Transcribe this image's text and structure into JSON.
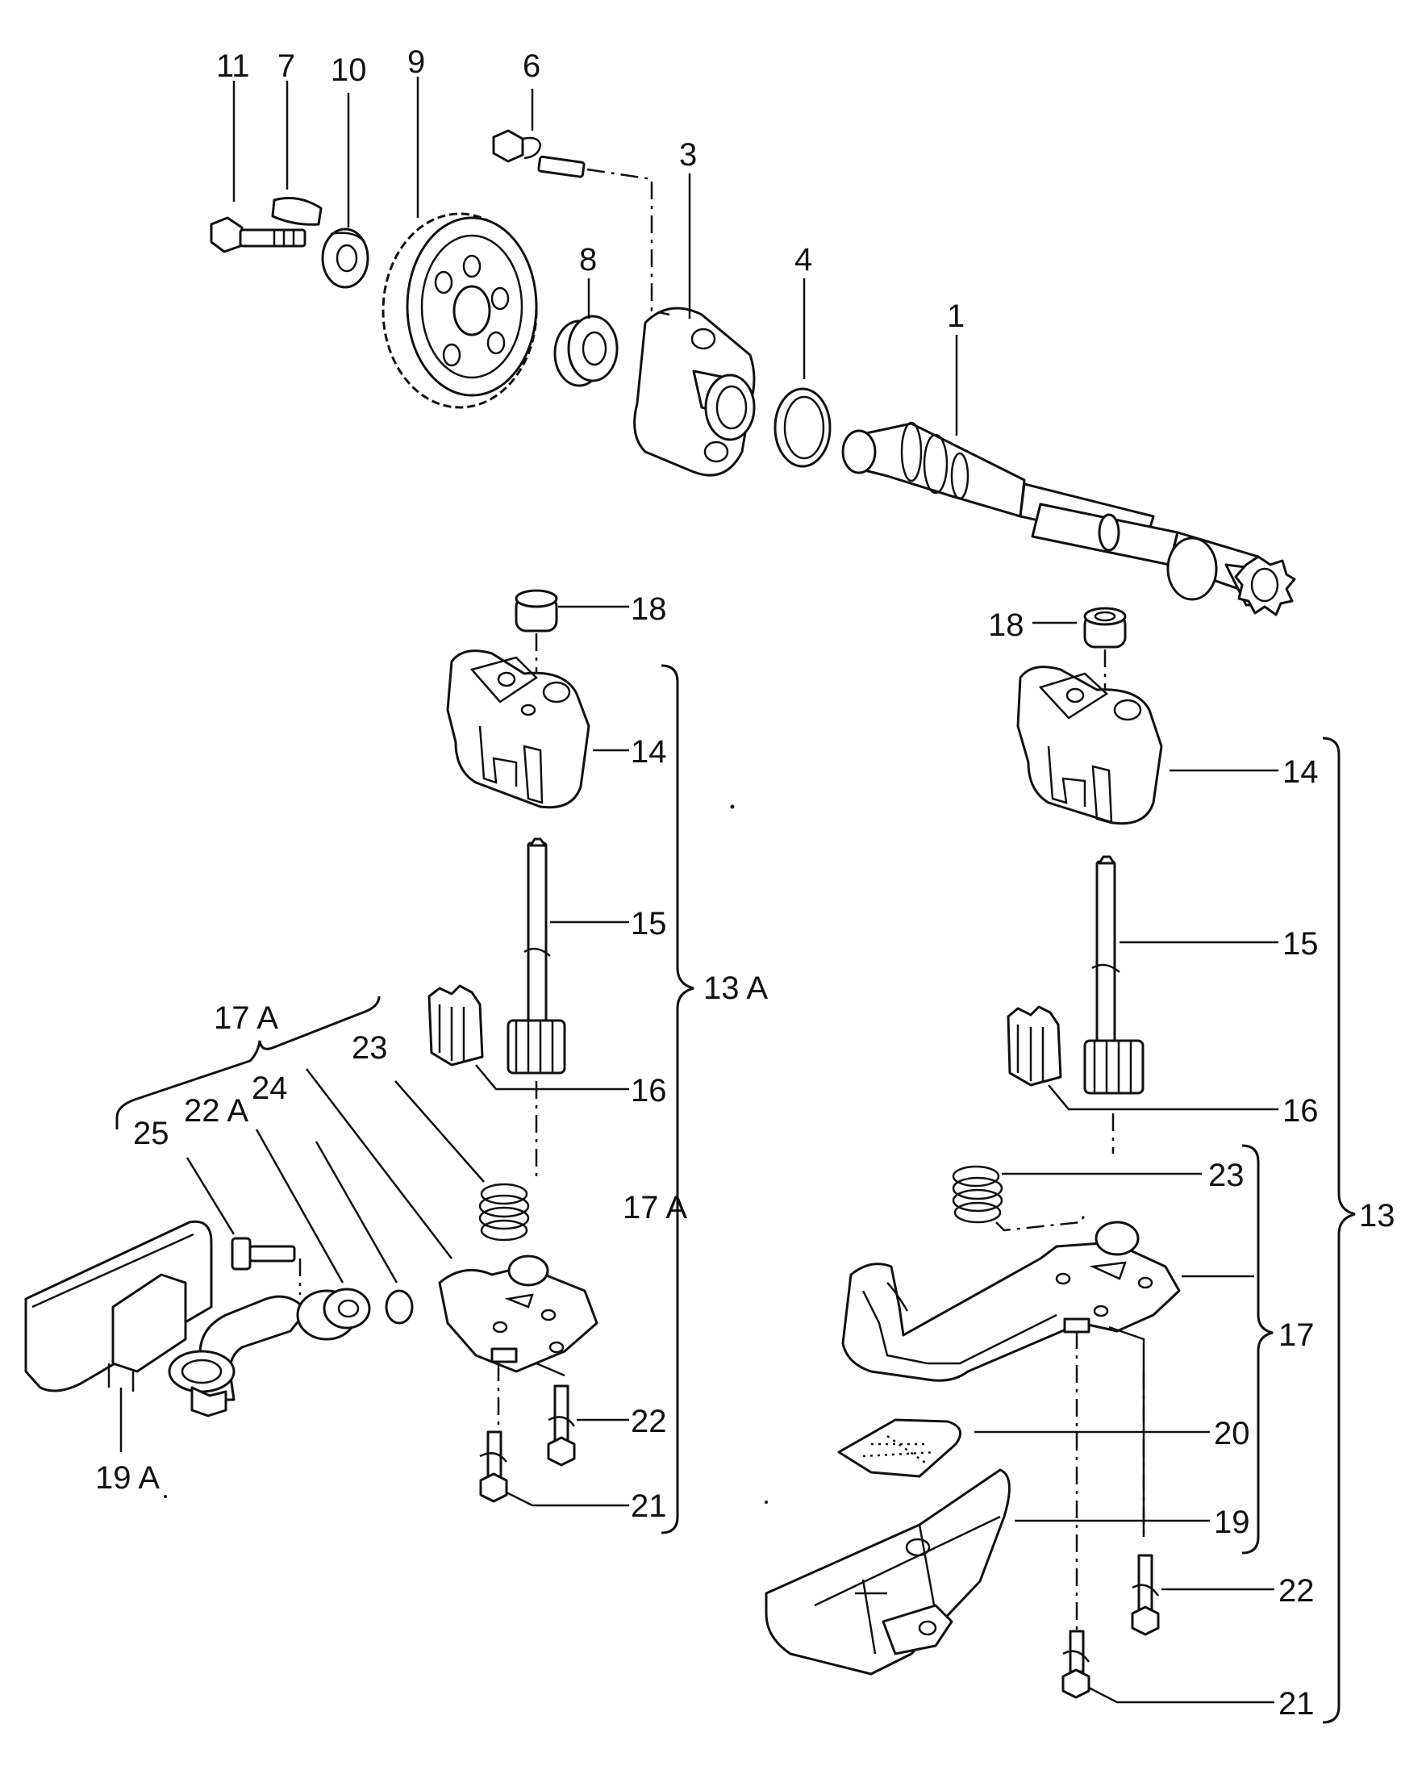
{
  "labels": {
    "p1": "1",
    "p3": "3",
    "p4": "4",
    "p6": "6",
    "p7": "7",
    "p8": "8",
    "p9": "9",
    "p10": "10",
    "p11": "11",
    "left": {
      "p13a": "13 A",
      "p14": "14",
      "p15": "15",
      "p16": "16",
      "p17a_top": "17 A",
      "p17a_side": "17 A",
      "p18": "18",
      "p19a": "19 A",
      "p21": "21",
      "p22": "22",
      "p22a": "22 A",
      "p23": "23",
      "p24": "24",
      "p25": "25"
    },
    "right": {
      "p13": "13",
      "p14": "14",
      "p15": "15",
      "p16": "16",
      "p17": "17",
      "p18": "18",
      "p19": "19",
      "p20": "20",
      "p21": "21",
      "p22": "22",
      "p23": "23"
    }
  }
}
